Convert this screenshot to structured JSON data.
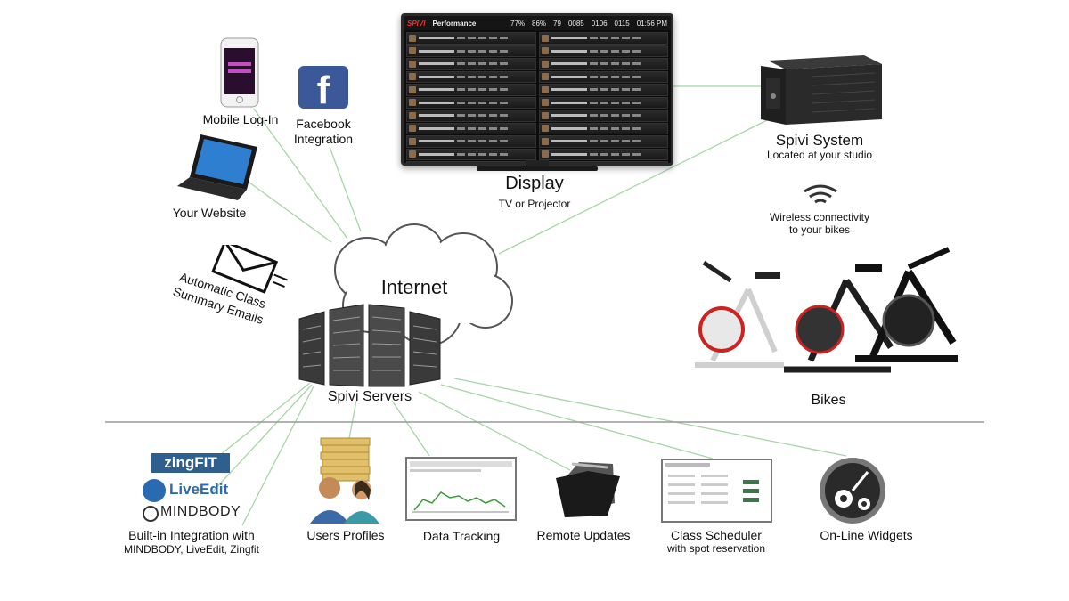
{
  "tv": {
    "logo": "SPIVI",
    "title": "Performance",
    "stats": [
      "77%",
      "86%",
      "79",
      "0085",
      "0106",
      "0115"
    ],
    "time": "01:56 PM"
  },
  "labels": {
    "display_title": "Display",
    "display_sub": "TV or Projector",
    "mobile": "Mobile Log-In",
    "facebook_1": "Facebook",
    "facebook_2": "Integration",
    "website": "Your Website",
    "emails_1": "Automatic Class",
    "emails_2": "Summary Emails",
    "internet": "Internet",
    "servers": "Spivi Servers",
    "system_title": "Spivi System",
    "system_sub": "Located at your studio",
    "wireless_1": "Wireless connectivity",
    "wireless_2": "to your bikes",
    "bikes": "Bikes",
    "integration_1": "Built-in Integration with",
    "integration_2": "MINDBODY, LiveEdit, Zingfit",
    "users": "Users Profiles",
    "data": "Data Tracking",
    "remote": "Remote Updates",
    "scheduler_1": "Class Scheduler",
    "scheduler_2": "with spot reservation",
    "widgets": "On-Line Widgets"
  },
  "logos": {
    "zingfit": "zingFIT",
    "liveedit": "LiveEdit",
    "mindbody": "MINDBODY"
  },
  "colors": {
    "connector": "#a8d4a8",
    "separator": "#999999",
    "facebook": "#3b5998",
    "zingfit": "#2f5f8f",
    "liveedit": "#2a6ab0",
    "chart_line": "#3a9a3a"
  },
  "icons": {
    "phone": "mobile-phone-icon",
    "facebook": "facebook-icon",
    "laptop": "laptop-icon",
    "email": "envelope-icon",
    "cloud": "cloud-icon",
    "servers": "server-rack-icon",
    "system": "computer-box-icon",
    "wireless": "wifi-icon",
    "bikes": "exercise-bike-icon",
    "users": "users-icon",
    "data": "chart-screen-icon",
    "remote": "folder-update-icon",
    "scheduler": "schedule-document-icon",
    "widgets": "gears-icon"
  }
}
